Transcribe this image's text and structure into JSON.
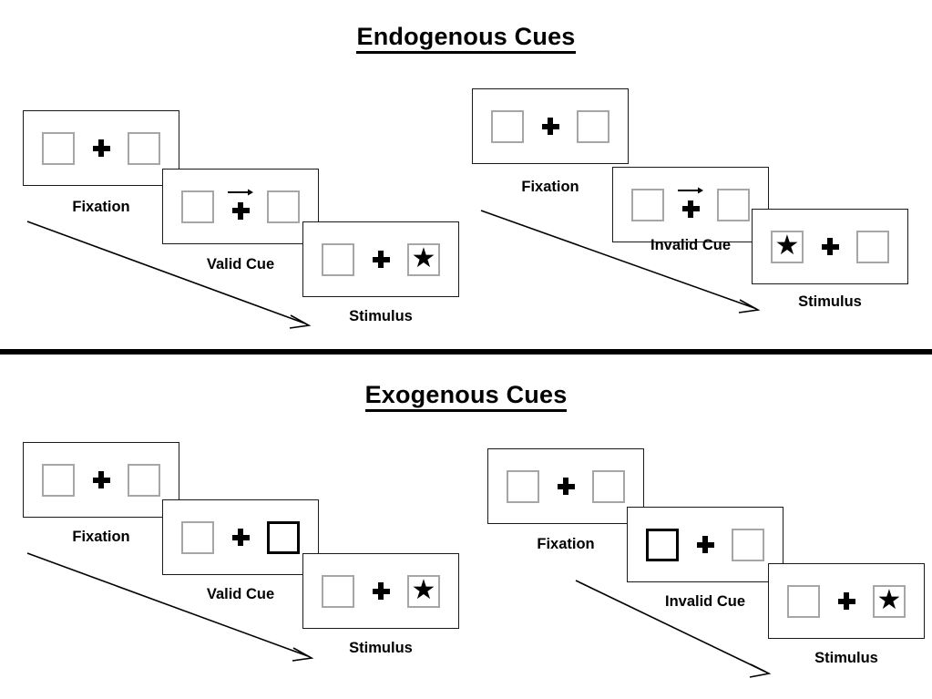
{
  "sections": [
    {
      "id": "endogenous",
      "title": "Endogenous Cues",
      "sequences": [
        {
          "id": "endogenous-valid",
          "panels": [
            {
              "caption": "Fixation",
              "left_box": "empty",
              "right_box": "empty",
              "cue": "none",
              "cue_direction": ""
            },
            {
              "caption": "Valid Cue",
              "left_box": "empty",
              "right_box": "empty",
              "cue": "arrow",
              "cue_direction": "right"
            },
            {
              "caption": "Stimulus",
              "left_box": "empty",
              "right_box": "star",
              "cue": "none",
              "cue_direction": ""
            }
          ]
        },
        {
          "id": "endogenous-invalid",
          "panels": [
            {
              "caption": "Fixation",
              "left_box": "empty",
              "right_box": "empty",
              "cue": "none",
              "cue_direction": ""
            },
            {
              "caption": "Invalid Cue",
              "left_box": "empty",
              "right_box": "empty",
              "cue": "arrow",
              "cue_direction": "right"
            },
            {
              "caption": "Stimulus",
              "left_box": "star",
              "right_box": "empty",
              "cue": "none",
              "cue_direction": ""
            }
          ]
        }
      ]
    },
    {
      "id": "exogenous",
      "title": "Exogenous Cues",
      "sequences": [
        {
          "id": "exogenous-valid",
          "panels": [
            {
              "caption": "Fixation",
              "left_box": "empty",
              "right_box": "empty",
              "cue": "none",
              "cue_direction": ""
            },
            {
              "caption": "Valid Cue",
              "left_box": "empty",
              "right_box": "cued",
              "cue": "box",
              "cue_direction": "right"
            },
            {
              "caption": "Stimulus",
              "left_box": "empty",
              "right_box": "star",
              "cue": "none",
              "cue_direction": ""
            }
          ]
        },
        {
          "id": "exogenous-invalid",
          "panels": [
            {
              "caption": "Fixation",
              "left_box": "empty",
              "right_box": "empty",
              "cue": "none",
              "cue_direction": ""
            },
            {
              "caption": "Invalid Cue",
              "left_box": "cued",
              "right_box": "empty",
              "cue": "box",
              "cue_direction": "left"
            },
            {
              "caption": "Stimulus",
              "left_box": "empty",
              "right_box": "star",
              "cue": "none",
              "cue_direction": ""
            }
          ]
        }
      ]
    }
  ],
  "glyphs": {
    "star": "★"
  },
  "colors": {
    "ink": "#000000",
    "panel_border": "#1a1a1a",
    "box_border": "#a6a6a6",
    "box_border_cued": "#000000",
    "background": "#ffffff"
  },
  "time_arrows": [
    {
      "id": "time-arrow-endogenous-valid",
      "label": ""
    },
    {
      "id": "time-arrow-endogenous-invalid",
      "label": ""
    },
    {
      "id": "time-arrow-exogenous-valid",
      "label": ""
    },
    {
      "id": "time-arrow-exogenous-invalid",
      "label": ""
    }
  ]
}
